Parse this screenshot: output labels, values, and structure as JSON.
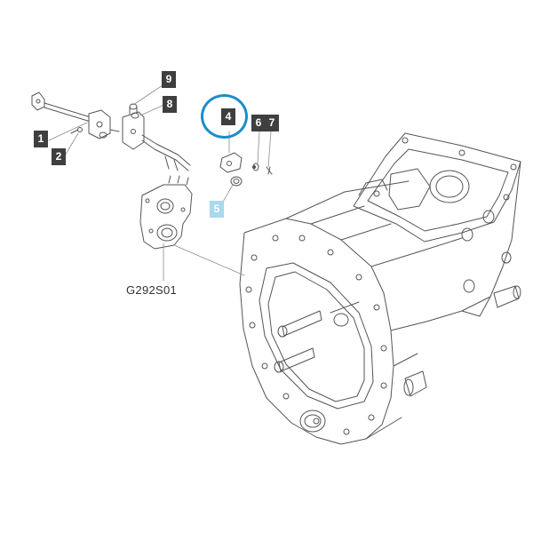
{
  "diagram": {
    "reference_code": "G292S01",
    "highlight_color": "#1b8ec8",
    "callout_dark_color": "#3f3f3f",
    "callout_highlight_color": "#a9d9ec",
    "circled_callout": "4",
    "highlighted_callout": "5",
    "callouts": [
      "1",
      "2",
      "4",
      "5",
      "6",
      "7",
      "8",
      "9"
    ]
  }
}
